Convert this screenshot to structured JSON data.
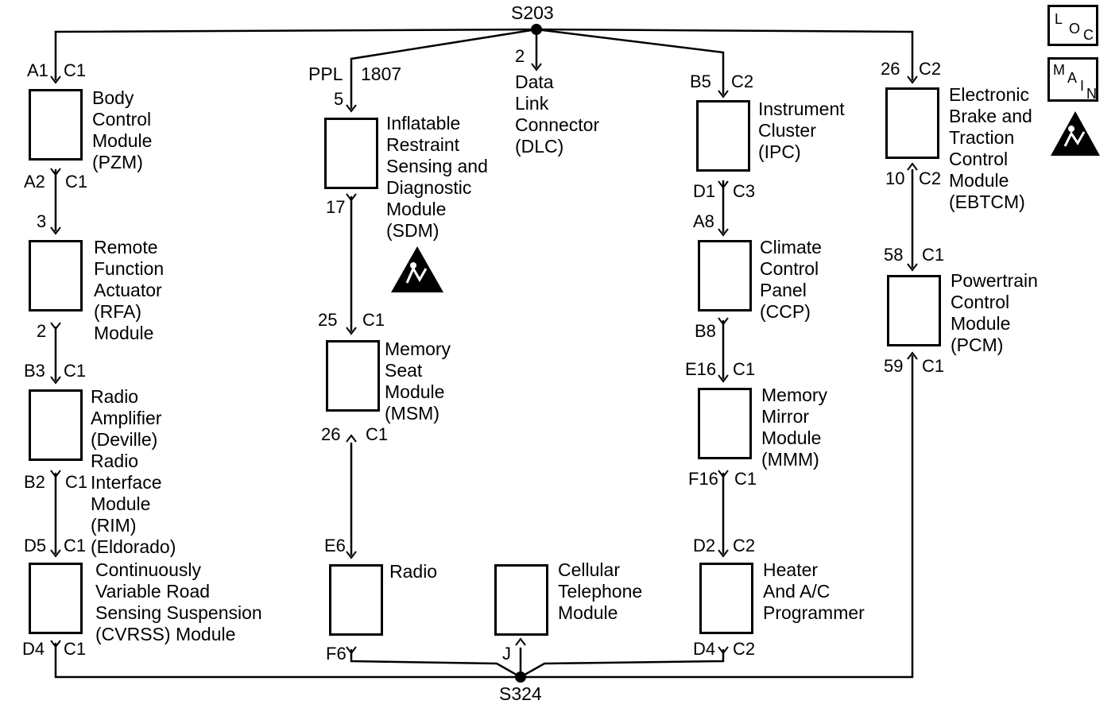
{
  "splices": {
    "top": "S203",
    "bottom": "S324"
  },
  "top_wire": {
    "color": "PPL",
    "circuit": "1807"
  },
  "modules": {
    "bcm": {
      "lines": [
        "Body",
        "Control",
        "Module",
        "(PZM)"
      ],
      "pin_top": "A1",
      "conn_top": "C1",
      "pin_bottom": "A2",
      "conn_bottom": "C1"
    },
    "rfa": {
      "lines": [
        "Remote",
        "Function",
        "Actuator",
        "(RFA)",
        "Module"
      ],
      "pin_top": "3",
      "pin_bottom": "2"
    },
    "radio_amp": {
      "lines": [
        "Radio",
        "Amplifier",
        "(Deville)",
        "Radio",
        "Interface",
        "Module",
        "(RIM)",
        "(Eldorado)"
      ],
      "pin_top": "B3",
      "conn_top": "C1",
      "pin_bottom": "B2",
      "conn_bottom": "C1"
    },
    "cvrss": {
      "lines": [
        "Continuously",
        "Variable Road",
        "Sensing Suspension",
        "(CVRSS) Module"
      ],
      "pin_top": "D5",
      "conn_top": "C1",
      "pin_bottom": "D4",
      "conn_bottom": "C1"
    },
    "sdm": {
      "lines": [
        "Inflatable",
        "Restraint",
        "Sensing and",
        "Diagnostic",
        "Module",
        "(SDM)"
      ],
      "pin_top": "5",
      "pin_bottom": "17"
    },
    "msm": {
      "lines": [
        "Memory",
        "Seat",
        "Module",
        "(MSM)"
      ],
      "pin_top": "25",
      "conn_top": "C1",
      "pin_bottom": "26",
      "conn_bottom": "C1"
    },
    "radio": {
      "lines": [
        "Radio"
      ],
      "pin_top": "E6",
      "pin_bottom": "F6"
    },
    "dlc": {
      "lines": [
        "Data",
        "Link",
        "Connector",
        "(DLC)"
      ],
      "pin_top": "2"
    },
    "cell": {
      "lines": [
        "Cellular",
        "Telephone",
        "Module"
      ],
      "pin_bottom": "J"
    },
    "ipc": {
      "lines": [
        "Instrument",
        "Cluster",
        "(IPC)"
      ],
      "pin_top": "B5",
      "conn_top": "C2",
      "pin_bottom": "D1",
      "conn_bottom": "C3"
    },
    "ccp": {
      "lines": [
        "Climate",
        "Control",
        "Panel",
        "(CCP)"
      ],
      "pin_top": "A8",
      "pin_bottom": "B8"
    },
    "mmm": {
      "lines": [
        "Memory",
        "Mirror",
        "Module",
        "(MMM)"
      ],
      "pin_top": "E16",
      "conn_top": "C1",
      "pin_bottom": "F16",
      "conn_bottom": "C1"
    },
    "hvac": {
      "lines": [
        "Heater",
        "And A/C",
        "Programmer"
      ],
      "pin_top": "D2",
      "conn_top": "C2",
      "pin_bottom": "D4",
      "conn_bottom": "C2"
    },
    "ebtcm": {
      "lines": [
        "Electronic",
        "Brake and",
        "Traction",
        "Control",
        "Module",
        "(EBTCM)"
      ],
      "pin_top": "26",
      "conn_top": "C2",
      "pin_bottom": "10",
      "conn_bottom": "C2"
    },
    "pcm": {
      "lines": [
        "Powertrain",
        "Control",
        "Module",
        "(PCM)"
      ],
      "pin_top": "58",
      "conn_top": "C1",
      "pin_bottom": "59",
      "conn_bottom": "C1"
    }
  },
  "tags": {
    "loc": {
      "letters": [
        "L",
        "O",
        "C"
      ]
    },
    "main": {
      "letters": [
        "M",
        "A",
        "I",
        "N"
      ]
    }
  },
  "icons": {
    "esd_sdm": "esd-warning-icon",
    "esd_corner": "esd-warning-icon"
  }
}
